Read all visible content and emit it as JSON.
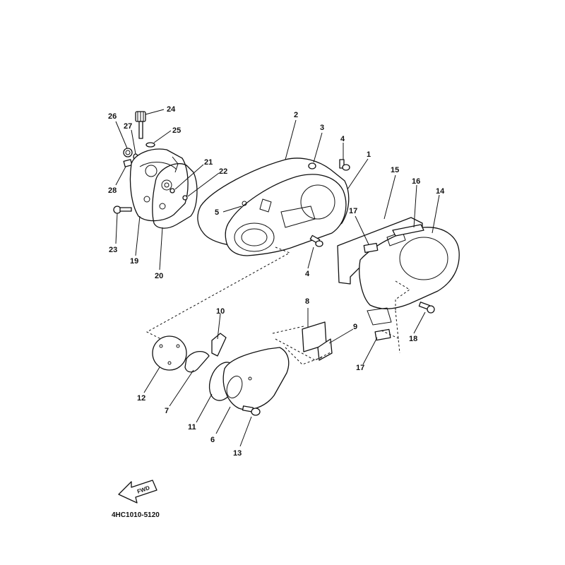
{
  "diagram": {
    "part_code": "4HC1010-5120",
    "fwd_label": "FWD",
    "callouts": {
      "c1": "1",
      "c2": "2",
      "c3": "3",
      "c4a": "4",
      "c4b": "4",
      "c5": "5",
      "c6": "6",
      "c7": "7",
      "c8": "8",
      "c9": "9",
      "c10": "10",
      "c11": "11",
      "c12": "12",
      "c13": "13",
      "c14": "14",
      "c15": "15",
      "c16": "16",
      "c17a": "17",
      "c17b": "17",
      "c18": "18",
      "c19": "19",
      "c20": "20",
      "c21": "21",
      "c22": "22",
      "c23": "23",
      "c24": "24",
      "c25": "25",
      "c26": "26",
      "c27": "27",
      "c28": "28"
    }
  }
}
